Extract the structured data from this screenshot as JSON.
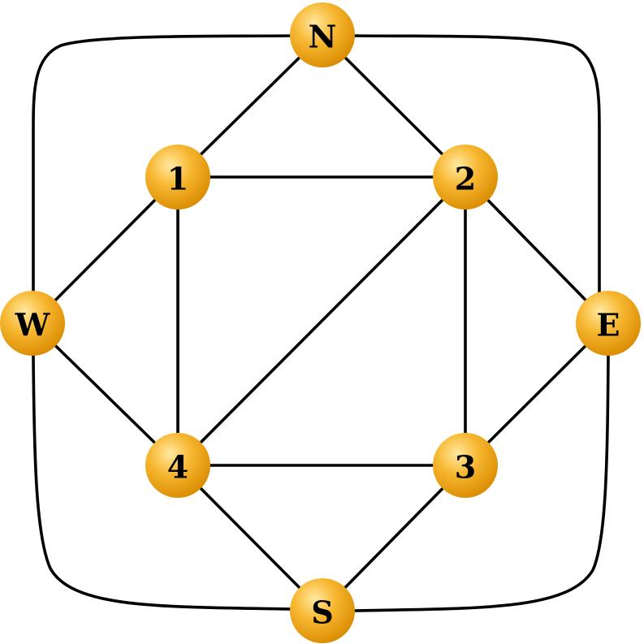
{
  "colors": {
    "node_light": "#ffe9a0",
    "node_mid": "#f7b731",
    "node_dark": "#d98b00",
    "edge": "#000000"
  },
  "nodes": [
    {
      "id": "N",
      "label": "N"
    },
    {
      "id": "1",
      "label": "1"
    },
    {
      "id": "2",
      "label": "2"
    },
    {
      "id": "W",
      "label": "W"
    },
    {
      "id": "E",
      "label": "E"
    },
    {
      "id": "4",
      "label": "4"
    },
    {
      "id": "3",
      "label": "3"
    },
    {
      "id": "S",
      "label": "S"
    }
  ],
  "edges": [
    {
      "from": "N",
      "to": "1"
    },
    {
      "from": "N",
      "to": "2"
    },
    {
      "from": "1",
      "to": "2"
    },
    {
      "from": "1",
      "to": "W"
    },
    {
      "from": "1",
      "to": "4"
    },
    {
      "from": "2",
      "to": "E"
    },
    {
      "from": "2",
      "to": "3"
    },
    {
      "from": "2",
      "to": "4"
    },
    {
      "from": "W",
      "to": "4"
    },
    {
      "from": "E",
      "to": "3"
    },
    {
      "from": "4",
      "to": "3"
    },
    {
      "from": "4",
      "to": "S"
    },
    {
      "from": "3",
      "to": "S"
    },
    {
      "from": "N",
      "to": "W",
      "style": "outer"
    },
    {
      "from": "N",
      "to": "E",
      "style": "outer"
    },
    {
      "from": "W",
      "to": "S",
      "style": "outer"
    },
    {
      "from": "E",
      "to": "S",
      "style": "outer"
    }
  ]
}
